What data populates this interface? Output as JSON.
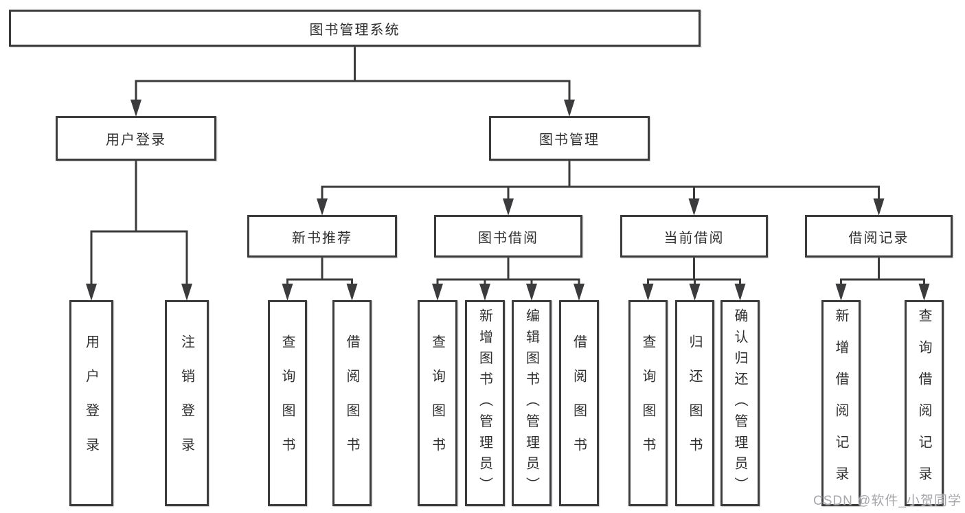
{
  "diagram_title": "图书管理系统",
  "nodes": [
    {
      "id": "library-system",
      "label": "图书管理系统",
      "parent": null
    },
    {
      "id": "user-login",
      "label": "用户登录",
      "parent": "library-system"
    },
    {
      "id": "book-management",
      "label": "图书管理",
      "parent": "library-system"
    },
    {
      "id": "new-book-recommend",
      "label": "新书推荐",
      "parent": "book-management"
    },
    {
      "id": "book-borrow",
      "label": "图书借阅",
      "parent": "book-management"
    },
    {
      "id": "current-borrow",
      "label": "当前借阅",
      "parent": "book-management"
    },
    {
      "id": "borrow-records",
      "label": "借阅记录",
      "parent": "book-management"
    },
    {
      "id": "leaf-user-login",
      "label": "用户登录",
      "parent": "user-login"
    },
    {
      "id": "leaf-logout",
      "label": "注销登录",
      "parent": "user-login"
    },
    {
      "id": "rec-query-books",
      "label": "查询图书",
      "parent": "new-book-recommend"
    },
    {
      "id": "rec-borrow-books",
      "label": "借阅图书",
      "parent": "new-book-recommend"
    },
    {
      "id": "bb-query-books",
      "label": "查询图书",
      "parent": "book-borrow"
    },
    {
      "id": "bb-add-books-admin",
      "label": "新增图书（管理员）",
      "parent": "book-borrow"
    },
    {
      "id": "bb-edit-books-admin",
      "label": "编辑图书（管理员）",
      "parent": "book-borrow"
    },
    {
      "id": "bb-borrow-books",
      "label": "借阅图书",
      "parent": "book-borrow"
    },
    {
      "id": "cb-query-books",
      "label": "查询图书",
      "parent": "current-borrow"
    },
    {
      "id": "cb-return-books",
      "label": "归还图书",
      "parent": "current-borrow"
    },
    {
      "id": "cb-confirm-return-admin",
      "label": "确认归还（管理员）",
      "parent": "current-borrow"
    },
    {
      "id": "br-add-borrow-record",
      "label": "新增借阅记录",
      "parent": "borrow-records"
    },
    {
      "id": "br-query-borrow-record",
      "label": "查询借阅记录",
      "parent": "borrow-records"
    }
  ],
  "watermark": "CSDN @软件_小贺同学",
  "colors": {
    "line": "#3b3b3d",
    "box_border": "#3c3c3e",
    "box_fill": "#ffffff",
    "text": "#2f2f31",
    "watermark": "#a7a7ab"
  }
}
